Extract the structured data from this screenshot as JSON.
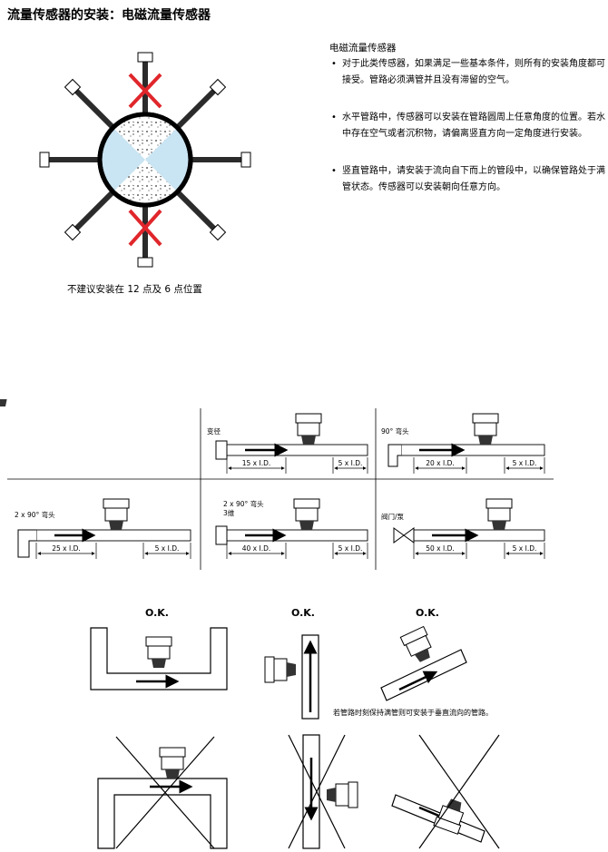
{
  "page_title": "流量传感器的安装：电磁流量传感器",
  "right_panel": {
    "title": "电磁流量传感器",
    "bullets": [
      "对于此类传感器，如果满足一些基本条件，则所有的安装角度都可接受。管路必须满管并且没有滞留的空气。",
      "水平管路中，传感器可以安装在管路圆周上任意角度的位置。若水中存在空气或者沉积物，请偏离竖直方向一定角度进行安装。",
      "竖直管路中，请安装于流向自下而上的管段中，以确保管路处于满管状态。传感器可以安装朝向任意方向。"
    ]
  },
  "circle_caption": "不建议安装在 12 点及 6 点位置",
  "straight_run": {
    "cells": [
      {
        "fitting": "变径",
        "upstream": "15 x I.D.",
        "downstream": "5 x I.D."
      },
      {
        "fitting": "90° 弯头",
        "upstream": "20 x I.D.",
        "downstream": "5 x I.D."
      },
      {
        "fitting": "2 x 90° 弯头",
        "upstream": "25 x I.D.",
        "downstream": "5 x I.D."
      },
      {
        "fitting": "2 x 90° 弯头",
        "fitting2": "3维",
        "upstream": "40 x I.D.",
        "downstream": "5 x I.D."
      },
      {
        "fitting": "阀门/泵",
        "upstream": "50 x I.D.",
        "downstream": "5 x I.D."
      }
    ]
  },
  "ok_labels": [
    "O.K.",
    "O.K.",
    "O.K."
  ],
  "vertical_note": "若管路时刻保持满管则可安装于垂直流向的管路。",
  "colors": {
    "red_x": "#e0262b",
    "water": "#c9e4f2",
    "pipe_dark": "#2b2b2b",
    "line": "#000000"
  }
}
